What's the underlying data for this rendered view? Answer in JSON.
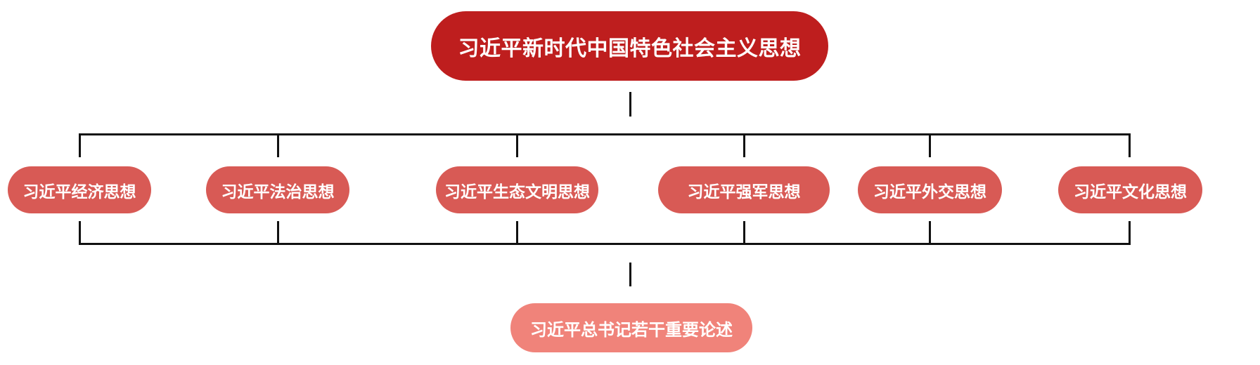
{
  "diagram": {
    "title_node": {
      "label": "习近平新时代中国特色社会主义思想"
    },
    "children": [
      {
        "id": "economic",
        "label": "习近平经济思想"
      },
      {
        "id": "rule-of-law",
        "label": "习近平法治思想"
      },
      {
        "id": "ecological",
        "label": "习近平生态文明思想"
      },
      {
        "id": "military",
        "label": "习近平强军思想"
      },
      {
        "id": "diplomacy",
        "label": "习近平外交思想"
      },
      {
        "id": "culture",
        "label": "习近平文化思想"
      }
    ],
    "footer_node": {
      "label": "习近平总书记若干重要论述"
    },
    "colors": {
      "root_bg": "#be1e1e",
      "child_bg": "#d85a55",
      "footer_bg": "#f0837a",
      "line": "#111111",
      "text": "#ffffff",
      "page_bg": "#ffffff"
    }
  }
}
